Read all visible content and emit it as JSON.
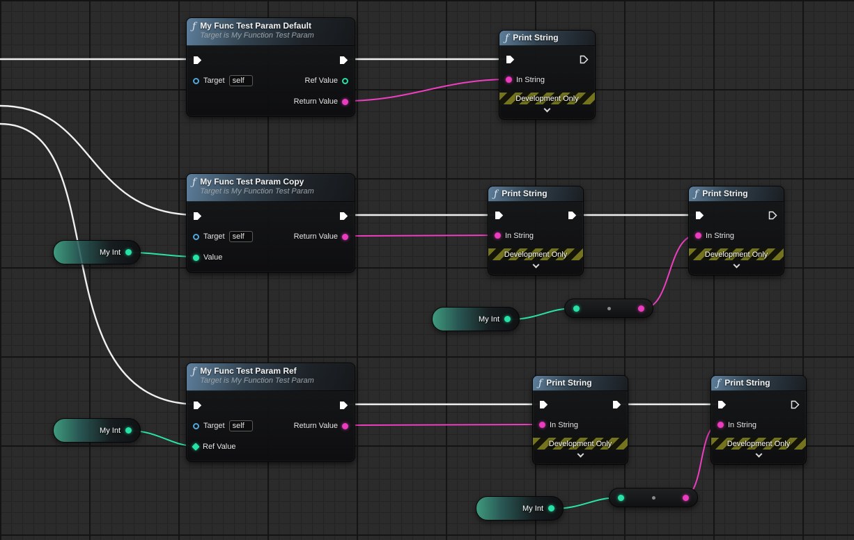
{
  "graph": {
    "icons": {
      "function": "ƒ"
    },
    "func_nodes": {
      "default": {
        "title": "My Func Test Param Default",
        "subtitle": "Target is My Function Test Param",
        "target_label": "Target",
        "target_value": "self",
        "out_row2": "Ref Value",
        "out_row3": "Return Value"
      },
      "copy": {
        "title": "My Func Test Param Copy",
        "subtitle": "Target is My Function Test Param",
        "target_label": "Target",
        "target_value": "self",
        "out_row2": "Return Value",
        "in_row3": "Value"
      },
      "ref": {
        "title": "My Func Test Param Ref",
        "subtitle": "Target is My Function Test Param",
        "target_label": "Target",
        "target_value": "self",
        "out_row2": "Return Value",
        "in_row3": "Ref Value"
      }
    },
    "print_node": {
      "title": "Print String",
      "in_string_label": "In String",
      "banner": "Development Only"
    },
    "variable_node": {
      "label": "My Int"
    }
  },
  "colors": {
    "exec_wire": "#f0f0f0",
    "string_wire": "#ee3fc0",
    "int_wire": "#2be3a7",
    "object_pin": "#52a7d8"
  }
}
